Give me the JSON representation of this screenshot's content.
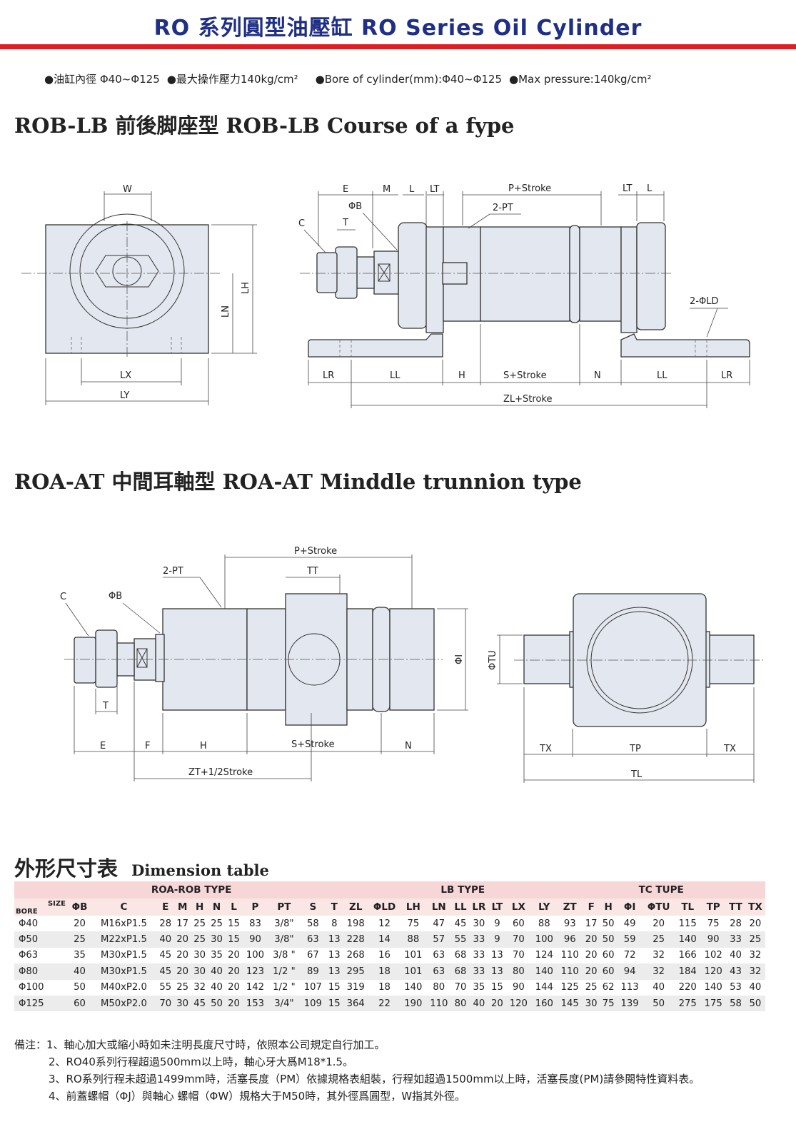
{
  "header": {
    "title": "RO 系列圓型油壓缸 RO Series Oil Cylinder"
  },
  "specs": [
    "●油缸內徑 Φ40~Φ125",
    "●最大操作壓力140kg/cm²",
    "●Bore of cylinder(mm):Φ40~Φ125",
    "●Max pressure:140kg/cm²"
  ],
  "sections": {
    "lb": "ROB-LB 前後脚座型  ROB-LB Course of a fype",
    "at": "ROA-AT 中間耳軸型  ROA-AT Minddle trunnion type",
    "table": "外形尺寸表",
    "table_en": "Dimension table"
  },
  "lb_labels": {
    "W": "W",
    "LX": "LX",
    "LY": "LY",
    "LN": "LN",
    "LH": "LH",
    "E": "E",
    "M": "M",
    "L": "L",
    "LT": "LT",
    "PB": "ΦB",
    "C": "C",
    "T": "T",
    "PS": "P+Stroke",
    "PT": "2-PT",
    "LT2": "LT",
    "L2": "L",
    "LD": "2-ΦLD",
    "LR": "LR",
    "LL": "LL",
    "H": "H",
    "SS": "S+Stroke",
    "N": "N",
    "LL2": "LL",
    "LR2": "LR",
    "ZL": "ZL+Stroke"
  },
  "at_labels": {
    "PS": "P+Stroke",
    "PT": "2-PT",
    "TT": "TT",
    "C": "C",
    "PB": "ΦB",
    "PI": "ΦI",
    "PTU": "ΦTU",
    "T": "T",
    "E": "E",
    "F": "F",
    "H": "H",
    "SS": "S+Stroke",
    "N": "N",
    "ZT": "ZT+1/2Stroke",
    "TX": "TX",
    "TP": "TP",
    "TX2": "TX",
    "TL": "TL"
  },
  "table": {
    "group_headers": [
      "ROA-ROB TYPE",
      "LB TYPE",
      "TC TUPE"
    ],
    "size_label": "SIZE",
    "bore_label": "BORE",
    "columns": [
      "ΦB",
      "C",
      "E",
      "M",
      "H",
      "N",
      "L",
      "P",
      "PT",
      "S",
      "T",
      "ZL",
      "ΦLD",
      "LH",
      "LN",
      "LL",
      "LR",
      "LT",
      "LX",
      "LY",
      "ZT",
      "F",
      "H",
      "ΦI",
      "ΦTU",
      "TL",
      "TP",
      "TT",
      "TX"
    ],
    "rows": [
      [
        "Φ40",
        "20",
        "M16xP1.5",
        "28",
        "17",
        "25",
        "25",
        "15",
        "83",
        "3/8\"",
        "58",
        "8",
        "198",
        "12",
        "75",
        "47",
        "45",
        "30",
        "9",
        "60",
        "88",
        "93",
        "17",
        "50",
        "49",
        "20",
        "115",
        "75",
        "28",
        "20"
      ],
      [
        "Φ50",
        "25",
        "M22xP1.5",
        "40",
        "20",
        "25",
        "30",
        "15",
        "90",
        "3/8\"",
        "63",
        "13",
        "228",
        "14",
        "88",
        "57",
        "55",
        "33",
        "9",
        "70",
        "100",
        "96",
        "20",
        "50",
        "59",
        "25",
        "140",
        "90",
        "33",
        "25"
      ],
      [
        "Φ63",
        "35",
        "M30xP1.5",
        "45",
        "20",
        "30",
        "35",
        "20",
        "100",
        "3/8 \"",
        "67",
        "13",
        "268",
        "16",
        "101",
        "63",
        "68",
        "33",
        "13",
        "70",
        "124",
        "110",
        "20",
        "60",
        "72",
        "32",
        "166",
        "102",
        "40",
        "32"
      ],
      [
        "Φ80",
        "40",
        "M30xP1.5",
        "45",
        "20",
        "30",
        "40",
        "20",
        "123",
        "1/2 \"",
        "89",
        "13",
        "295",
        "18",
        "101",
        "63",
        "68",
        "33",
        "13",
        "80",
        "140",
        "110",
        "20",
        "60",
        "94",
        "32",
        "184",
        "120",
        "43",
        "32"
      ],
      [
        "Φ100",
        "50",
        "M40xP2.0",
        "55",
        "25",
        "32",
        "40",
        "20",
        "142",
        "1/2 \"",
        "107",
        "15",
        "319",
        "18",
        "140",
        "80",
        "70",
        "35",
        "15",
        "90",
        "144",
        "125",
        "25",
        "62",
        "113",
        "40",
        "220",
        "140",
        "53",
        "40"
      ],
      [
        "Φ125",
        "60",
        "M50xP2.0",
        "70",
        "30",
        "45",
        "50",
        "20",
        "153",
        "3/4\"",
        "109",
        "15",
        "364",
        "22",
        "190",
        "110",
        "80",
        "40",
        "20",
        "120",
        "160",
        "145",
        "30",
        "75",
        "139",
        "50",
        "275",
        "175",
        "58",
        "50"
      ]
    ]
  },
  "notes": [
    "備注：1、軸心加大或縮小時如未注明長度尺寸時，依照本公司規定自行加工。",
    "2、RO40系列行程超過500mm以上時，軸心牙大爲M18*1.5。",
    "3、RO系列行程未超過1499mm時，活塞長度（PM）依據規格表組裝，行程如超過1500mm以上時，活塞長度(PM)請參閱特性資料表。",
    "4、前蓋螺帽（ΦJ）與軸心 螺帽（ΦW）規格大于M50時，其外徑爲圓型，W指其外徑。"
  ],
  "colors": {
    "title": "#1f2f86",
    "bar": "#e11d24",
    "part_fill": "#e3e7ef",
    "table_head": "#f6d6d6"
  }
}
